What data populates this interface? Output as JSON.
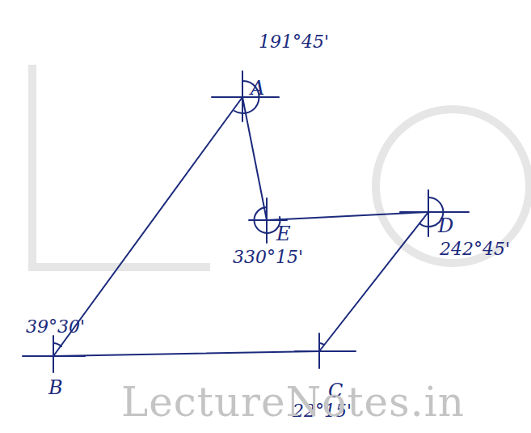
{
  "diagram": {
    "labels": [
      "191°45'",
      "A",
      "E",
      "330°15'",
      "D",
      "242°45'",
      "39°30'",
      "B",
      "C",
      "22°15'",
      "LectureNotes.in"
    ]
  }
}
